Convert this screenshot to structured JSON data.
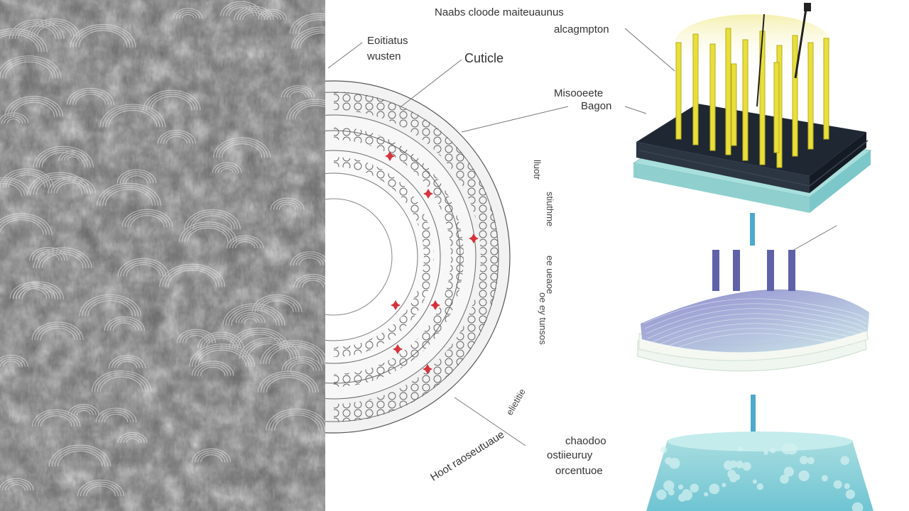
{
  "panels": {
    "sem": {
      "description_label": ""
    },
    "cross_section": {
      "labels": {
        "outer_top": [
          "Eoitiatus",
          "wusten"
        ],
        "cuticle": "Cuticle",
        "vertical_right": [
          "lluotr",
          "stiuthme",
          "ee ueaoe",
          "oe ey tunsos"
        ],
        "bottom_slanted_a": "Hoot raoseutuaue",
        "bottom_slanted_b": "elietitie"
      }
    },
    "stack": {
      "labels": {
        "top": [
          "Naabs cloode maiteuaunus",
          "alcagmpton"
        ],
        "middle": [
          "Misooeete",
          "Bagon"
        ],
        "bottom": [
          "chaodoo",
          "ostiieuruy",
          "orcentuoe"
        ]
      }
    }
  },
  "colors": {
    "fiber": "#e8df3a",
    "dark_layer": "#1f2733",
    "teal_layer": "#9fd8d4",
    "purple_layer": "#8b86c9",
    "connector": "#3aa0c8",
    "marker": "#d8323c"
  }
}
